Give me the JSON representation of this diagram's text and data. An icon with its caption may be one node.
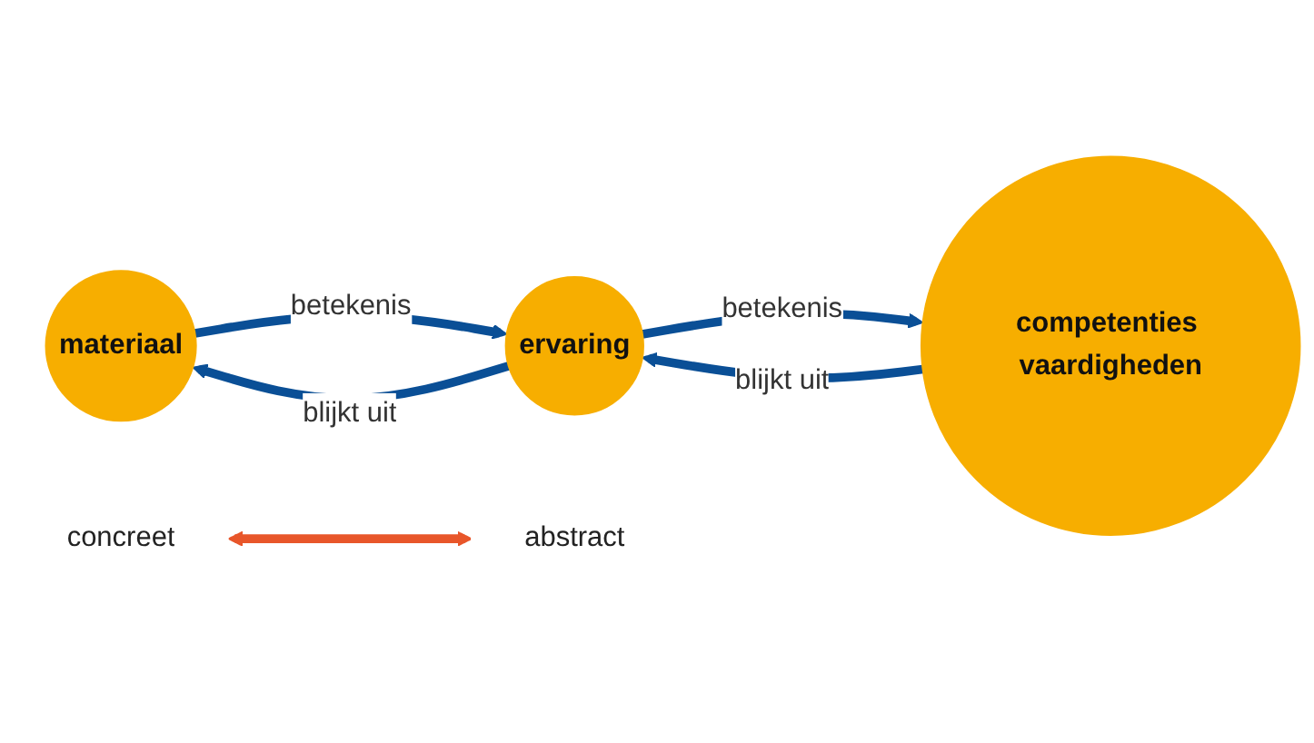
{
  "diagram": {
    "nodes": [
      {
        "text": [
          "materiaal"
        ]
      },
      {
        "text": [
          "ervaring"
        ]
      },
      {
        "text": [
          "competenties vaardigheden"
        ]
      },
      {
        "text": [
          "concreet"
        ]
      },
      {
        "text": [
          "abstract"
        ]
      }
    ],
    "edges": [
      {
        "from": 0,
        "to": 1,
        "arrow": "to",
        "label": "betekenis"
      },
      {
        "from": 1,
        "to": 2,
        "arrow": "to",
        "label": "betekenis"
      },
      {
        "from": 2,
        "to": 1,
        "arrow": "to",
        "label": "blijkt uit"
      },
      {
        "from": 1,
        "to": 0,
        "arrow": "to",
        "label": "blijkt uit"
      },
      {
        "from": 3,
        "to": 4,
        "arrow": "both",
        "color": "#e8562a"
      }
    ]
  }
}
